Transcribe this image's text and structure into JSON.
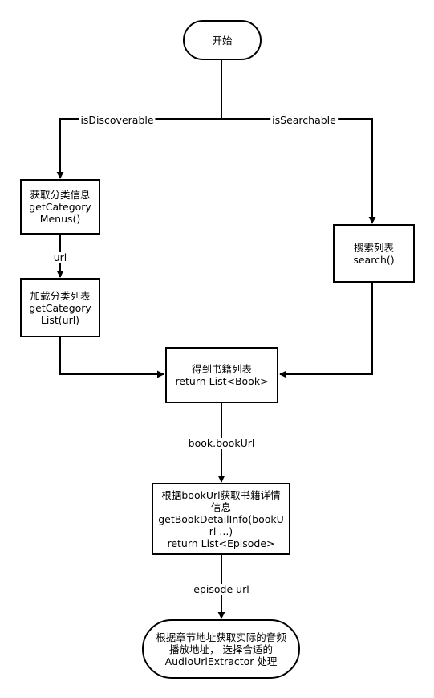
{
  "nodes": {
    "start": [
      "开始"
    ],
    "category_menus": [
      "获取分类信息",
      "getCategory",
      "Menus()"
    ],
    "category_list": [
      "加载分类列表",
      "getCategory",
      "List(url)"
    ],
    "search": [
      "搜索列表",
      "search()"
    ],
    "book_list": [
      "得到书籍列表",
      "return List<Book>"
    ],
    "book_detail": [
      "根据bookUrl获取书籍详情",
      "信息",
      "getBookDetailInfo(bookU",
      "rl ...)",
      "return List<Episode>"
    ],
    "audio": [
      "根据章节地址获取实际的音频",
      "播放地址， 选择合适的",
      "AudioUrlExtractor 处理"
    ]
  },
  "edges": {
    "is_discoverable": "isDiscoverable",
    "is_searchable": "isSearchable",
    "url": "url",
    "book_url": "book.bookUrl",
    "episode_url": "episode url"
  }
}
